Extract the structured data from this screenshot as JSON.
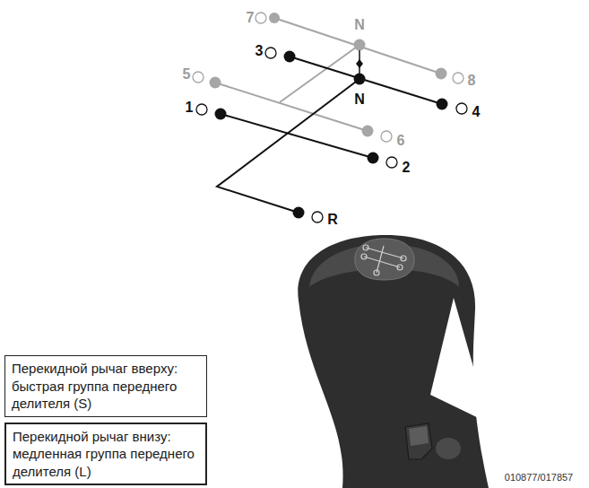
{
  "diagram": {
    "nodes": [
      {
        "text": [
          "Перекидной рычаг вверху: быстрая группа переднего делителя (S)"
        ]
      },
      {
        "text": [
          "Перекидной рычаг внизу: медленная группа переднего делителя (L)"
        ]
      }
    ],
    "labels": [
      "7",
      "N",
      "3",
      "5",
      "8",
      "N",
      "1",
      "4",
      "6",
      "2",
      "R",
      "010877/017857"
    ]
  }
}
